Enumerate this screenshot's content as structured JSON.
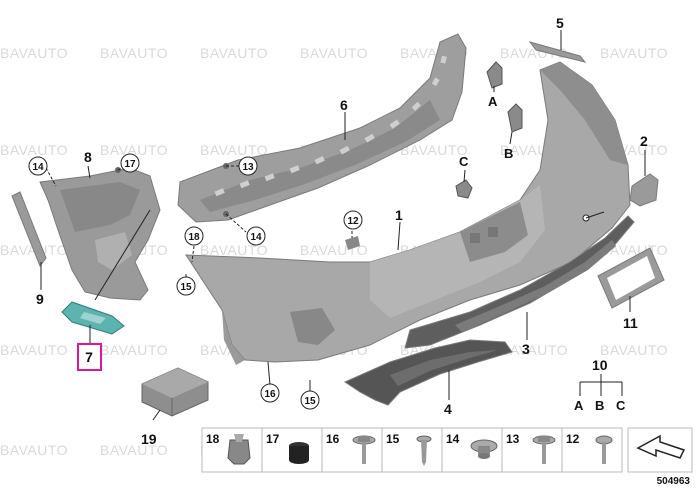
{
  "watermark": "BAVAUTO",
  "drawing_number": "504963",
  "labels": {
    "p1": "1",
    "p2": "2",
    "p3": "3",
    "p4": "4",
    "p5": "5",
    "p6": "6",
    "p7": "7",
    "p8": "8",
    "p9": "9",
    "p10": "10",
    "p11": "11",
    "p12": "12",
    "p13": "13",
    "p14a": "14",
    "p14b": "14",
    "p15a": "15",
    "p15b": "15",
    "p16": "16",
    "p17": "17",
    "p18": "18",
    "p19": "19",
    "A1": "A",
    "B1": "B",
    "C1": "C",
    "A2": "A",
    "B2": "B",
    "C2": "C"
  },
  "legend": [
    {
      "num": "18",
      "icon": "push-nut-clip-icon"
    },
    {
      "num": "17",
      "icon": "rubber-buffer-icon"
    },
    {
      "num": "16",
      "icon": "hex-bolt-washer-icon"
    },
    {
      "num": "15",
      "icon": "screw-icon"
    },
    {
      "num": "14",
      "icon": "expanding-nut-icon"
    },
    {
      "num": "13",
      "icon": "hex-bolt-washer-icon"
    },
    {
      "num": "12",
      "icon": "pan-head-screw-icon"
    }
  ],
  "colors": {
    "part_fill": "#a5a5a5",
    "part_dark": "#6f6f6f",
    "highlight_part": "#5db3b0",
    "highlight_frame": "#e0179a",
    "watermark": "#d9d9d9"
  }
}
